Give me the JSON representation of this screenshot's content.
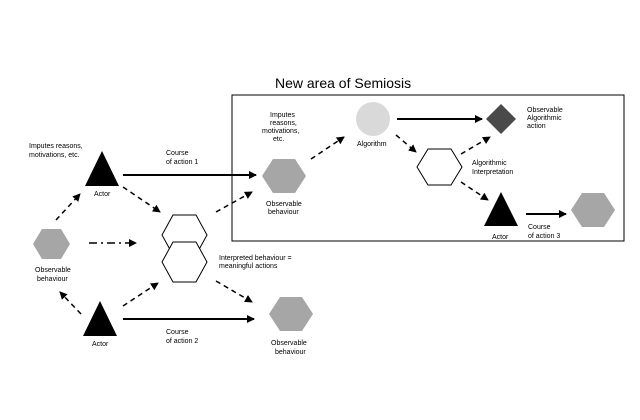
{
  "title": "New area of Semiosis",
  "labels": {
    "imputes_left": [
      "Imputes reasons,",
      "motivations, etc."
    ],
    "actor_top": "Actor",
    "course1": [
      "Course",
      "of action 1"
    ],
    "obs_left": [
      "Observable",
      "behaviour"
    ],
    "actor_bottom": "Actor",
    "course2": [
      "Course",
      "of action 2"
    ],
    "interpreted": [
      "Interpreted behaviour =",
      "meaningful actions"
    ],
    "obs_bottom": [
      "Observable",
      "behaviour"
    ],
    "imputes_right": [
      "Imputes",
      "reasons,",
      "motivations,",
      "etc."
    ],
    "obs_mid": [
      "Observable",
      "behaviour"
    ],
    "algorithm": "Algorithm",
    "obs_algo": [
      "Observable",
      "Algorithmic",
      "action"
    ],
    "algo_interp": [
      "Algorithmic",
      "Interpretation"
    ],
    "actor_right": "Actor",
    "course3": [
      "Course",
      "of action 3"
    ]
  },
  "colors": {
    "hex_fill": "#a6a6a6",
    "circle_fill": "#d9d9d9",
    "diamond_fill": "#4a4a4a",
    "black": "#000000"
  }
}
